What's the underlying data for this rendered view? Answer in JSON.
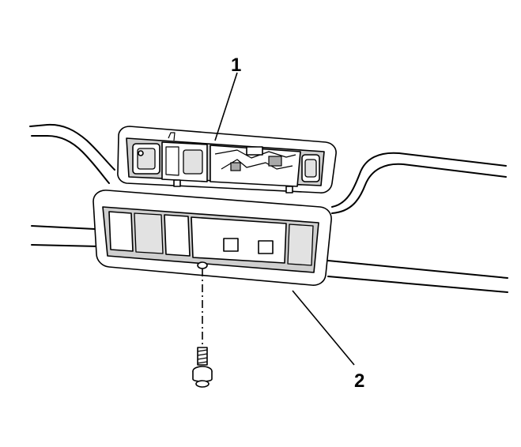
{
  "callouts": [
    {
      "id": "1",
      "text": "1"
    },
    {
      "id": "2",
      "text": "2"
    }
  ],
  "colors": {
    "line": "#000000",
    "fill_gray": "#cfcfcf",
    "fill_light": "#e2e2e2",
    "background": "#ffffff"
  }
}
